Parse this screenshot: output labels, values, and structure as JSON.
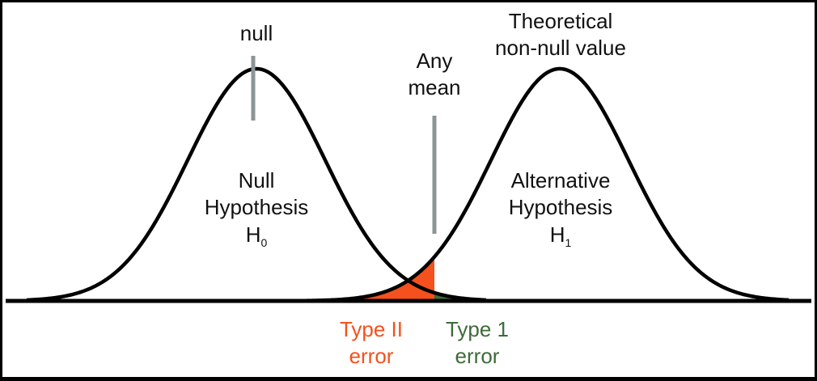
{
  "labels": {
    "null_marker": "null",
    "theoretical_line1": "Theoretical",
    "theoretical_line2": "non-null value",
    "any_mean_line1": "Any",
    "any_mean_line2": "mean",
    "null_hyp_line1": "Null",
    "null_hyp_line2": "Hypothesis",
    "null_hyp_symbol": "H",
    "null_hyp_subscript": "0",
    "alt_hyp_line1": "Alternative",
    "alt_hyp_line2": "Hypothesis",
    "alt_hyp_symbol": "H",
    "alt_hyp_subscript": "1",
    "type2_line1": "Type II",
    "type2_line2": "error",
    "type1_line1": "Type 1",
    "type1_line2": "error"
  },
  "colors": {
    "curve": "#000000",
    "marker": "#8c9596",
    "type2_fill": "#f4511e",
    "type1_fill": "#3e6b3a",
    "type2_text": "#f4511e",
    "type1_text": "#3e6b3a",
    "text": "#111111"
  }
}
